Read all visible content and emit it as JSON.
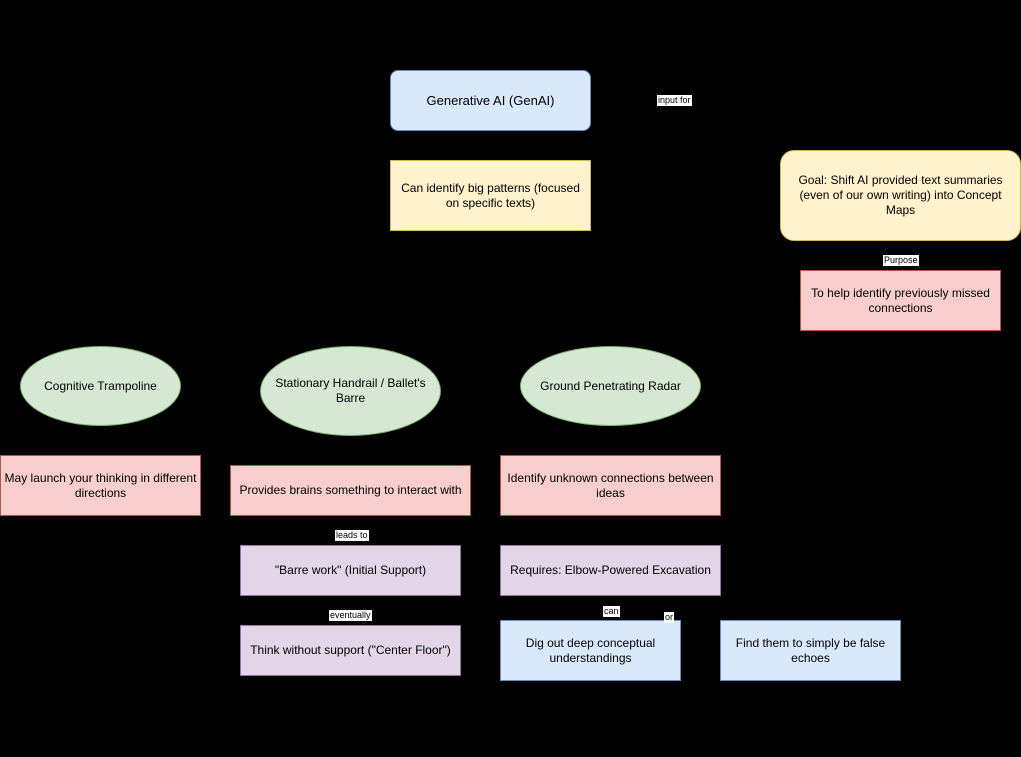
{
  "nodes": {
    "genai": "Generative AI (GenAI)",
    "patterns": "Can identify big patterns (focused on specific texts)",
    "goal": "Goal: Shift AI provided text summaries (even of our own writing) into Concept Maps",
    "purpose_box": "To help identify previously missed connections",
    "trampoline": "Cognitive Trampoline",
    "handrail": "Stationary Handrail / Ballet's Barre",
    "radar": "Ground Penetrating Radar",
    "launch": "May launch your thinking in different directions",
    "interact": "Provides brains something to interact with",
    "identify": "Identify unknown connections between ideas",
    "barre_work": "\"Barre work\" (Initial Support)",
    "excavation": "Requires: Elbow-Powered Excavation",
    "center_floor": "Think without support (\"Center Floor\")",
    "dig": "Dig out deep conceptual understandings",
    "echoes": "Find them to simply be false echoes"
  },
  "edge_labels": {
    "input_for": "input for",
    "purpose": "Purpose",
    "leads_to": "leads to",
    "eventually": "eventually",
    "can": "can",
    "or": "or"
  },
  "colors": {
    "background": "#000000",
    "blue_fill": "#dae8fc",
    "yellow_fill": "#fff2cc",
    "red_fill": "#f8cecc",
    "green_fill": "#d5e8d4",
    "purple_fill": "#e1d5e7"
  }
}
